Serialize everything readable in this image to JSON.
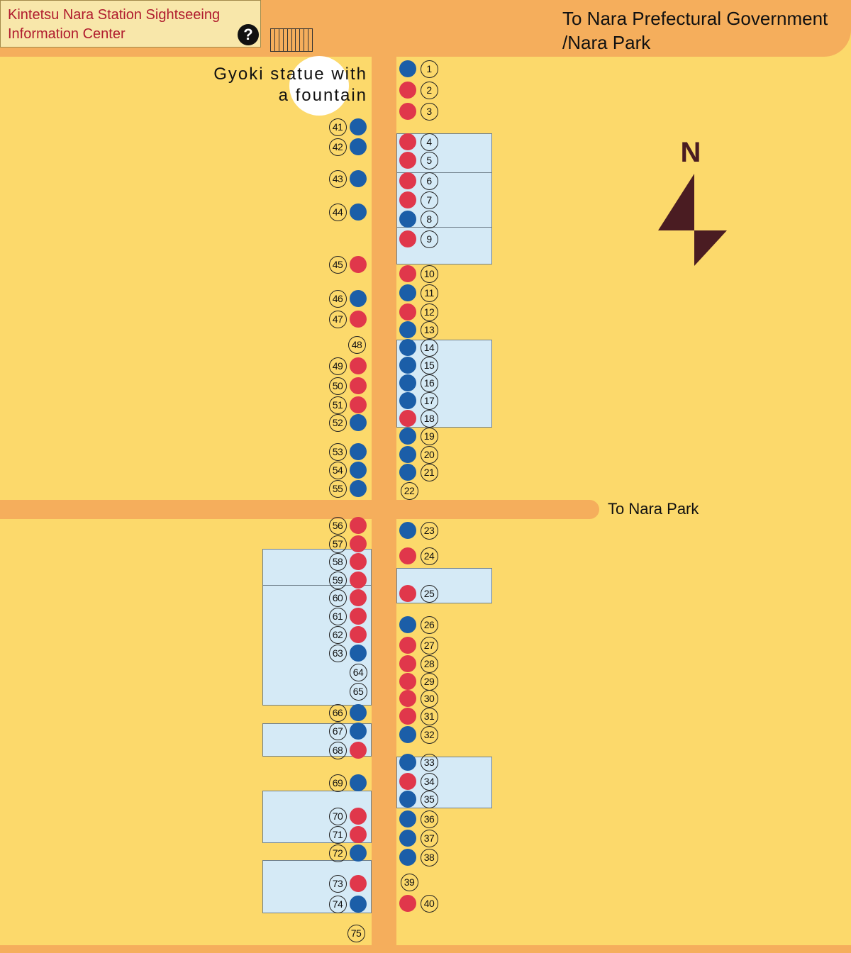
{
  "info_center": {
    "title": "Kintetsu Nara Station Sightseeing Information Center",
    "icon": "question-mark-icon",
    "icon_glyph": "?"
  },
  "labels": {
    "statue": "Gyoki statue with a fountain",
    "to_gov": "To Nara Prefectural Government /Nara Park",
    "to_park": "To Nara Park",
    "north": "N"
  },
  "colors": {
    "background": "#fcd96b",
    "road": "#f5ae5c",
    "building": "#d5eaf6",
    "red_dot": "#e0374b",
    "blue_dot": "#1b5ea8",
    "compass": "#4a1c22",
    "info_title": "#b01b2e"
  },
  "east_side": [
    {
      "n": "1",
      "color": "blue"
    },
    {
      "n": "2",
      "color": "red"
    },
    {
      "n": "3",
      "color": "red"
    },
    {
      "n": "4",
      "color": "red"
    },
    {
      "n": "5",
      "color": "red"
    },
    {
      "n": "6",
      "color": "red"
    },
    {
      "n": "7",
      "color": "red"
    },
    {
      "n": "8",
      "color": "blue"
    },
    {
      "n": "9",
      "color": "red"
    },
    {
      "n": "10",
      "color": "red"
    },
    {
      "n": "11",
      "color": "blue"
    },
    {
      "n": "12",
      "color": "red"
    },
    {
      "n": "13",
      "color": "blue"
    },
    {
      "n": "14",
      "color": "blue"
    },
    {
      "n": "15",
      "color": "blue"
    },
    {
      "n": "16",
      "color": "blue"
    },
    {
      "n": "17",
      "color": "blue"
    },
    {
      "n": "18",
      "color": "red"
    },
    {
      "n": "19",
      "color": "blue"
    },
    {
      "n": "20",
      "color": "blue"
    },
    {
      "n": "21",
      "color": "blue"
    },
    {
      "n": "22",
      "color": null
    },
    {
      "n": "23",
      "color": "blue"
    },
    {
      "n": "24",
      "color": "red"
    },
    {
      "n": "25",
      "color": "red"
    },
    {
      "n": "26",
      "color": "blue"
    },
    {
      "n": "27",
      "color": "red"
    },
    {
      "n": "28",
      "color": "red"
    },
    {
      "n": "29",
      "color": "red"
    },
    {
      "n": "30",
      "color": "red"
    },
    {
      "n": "31",
      "color": "red"
    },
    {
      "n": "32",
      "color": "blue"
    },
    {
      "n": "33",
      "color": "blue"
    },
    {
      "n": "34",
      "color": "red"
    },
    {
      "n": "35",
      "color": "blue"
    },
    {
      "n": "36",
      "color": "blue"
    },
    {
      "n": "37",
      "color": "blue"
    },
    {
      "n": "38",
      "color": "blue"
    },
    {
      "n": "39",
      "color": null
    },
    {
      "n": "40",
      "color": "red"
    }
  ],
  "west_side": [
    {
      "n": "41",
      "color": "blue"
    },
    {
      "n": "42",
      "color": "blue"
    },
    {
      "n": "43",
      "color": "blue"
    },
    {
      "n": "44",
      "color": "blue"
    },
    {
      "n": "45",
      "color": "red"
    },
    {
      "n": "46",
      "color": "blue"
    },
    {
      "n": "47",
      "color": "red"
    },
    {
      "n": "48",
      "color": null
    },
    {
      "n": "49",
      "color": "red"
    },
    {
      "n": "50",
      "color": "red"
    },
    {
      "n": "51",
      "color": "red"
    },
    {
      "n": "52",
      "color": "blue"
    },
    {
      "n": "53",
      "color": "blue"
    },
    {
      "n": "54",
      "color": "blue"
    },
    {
      "n": "55",
      "color": "blue"
    },
    {
      "n": "56",
      "color": "red"
    },
    {
      "n": "57",
      "color": "red"
    },
    {
      "n": "58",
      "color": "red"
    },
    {
      "n": "59",
      "color": "red"
    },
    {
      "n": "60",
      "color": "red"
    },
    {
      "n": "61",
      "color": "red"
    },
    {
      "n": "62",
      "color": "red"
    },
    {
      "n": "63",
      "color": "blue"
    },
    {
      "n": "64",
      "color": null
    },
    {
      "n": "65",
      "color": null
    },
    {
      "n": "66",
      "color": "blue"
    },
    {
      "n": "67",
      "color": "blue"
    },
    {
      "n": "68",
      "color": "red"
    },
    {
      "n": "69",
      "color": "blue"
    },
    {
      "n": "70",
      "color": "red"
    },
    {
      "n": "71",
      "color": "red"
    },
    {
      "n": "72",
      "color": "blue"
    },
    {
      "n": "73",
      "color": "red"
    },
    {
      "n": "74",
      "color": "blue"
    },
    {
      "n": "75",
      "color": null
    }
  ]
}
